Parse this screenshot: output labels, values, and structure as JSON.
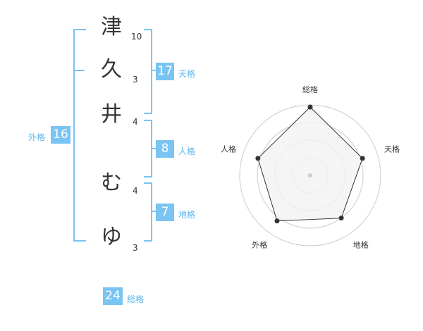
{
  "name": {
    "chars": [
      {
        "char": "津",
        "strokes": "10"
      },
      {
        "char": "久",
        "strokes": "3"
      },
      {
        "char": "井",
        "strokes": "4"
      },
      {
        "char": "む",
        "strokes": "4"
      },
      {
        "char": "ゆ",
        "strokes": "3"
      }
    ]
  },
  "fortune": {
    "tenkaku": {
      "value": "17",
      "label": "天格"
    },
    "jinkaku": {
      "value": "8",
      "label": "人格"
    },
    "chikaku": {
      "value": "7",
      "label": "地格"
    },
    "gaikaku": {
      "value": "16",
      "label": "外格"
    },
    "soukaku": {
      "value": "24",
      "label": "総格"
    }
  },
  "chart_data": {
    "type": "radar",
    "axes": [
      "総格",
      "天格",
      "地格",
      "外格",
      "人格"
    ],
    "values": [
      0.97,
      0.78,
      0.75,
      0.8,
      0.78
    ],
    "rings": 4,
    "colors": {
      "fill": "#f2f2f2",
      "stroke": "#333333",
      "ring": "#cccccc"
    }
  }
}
